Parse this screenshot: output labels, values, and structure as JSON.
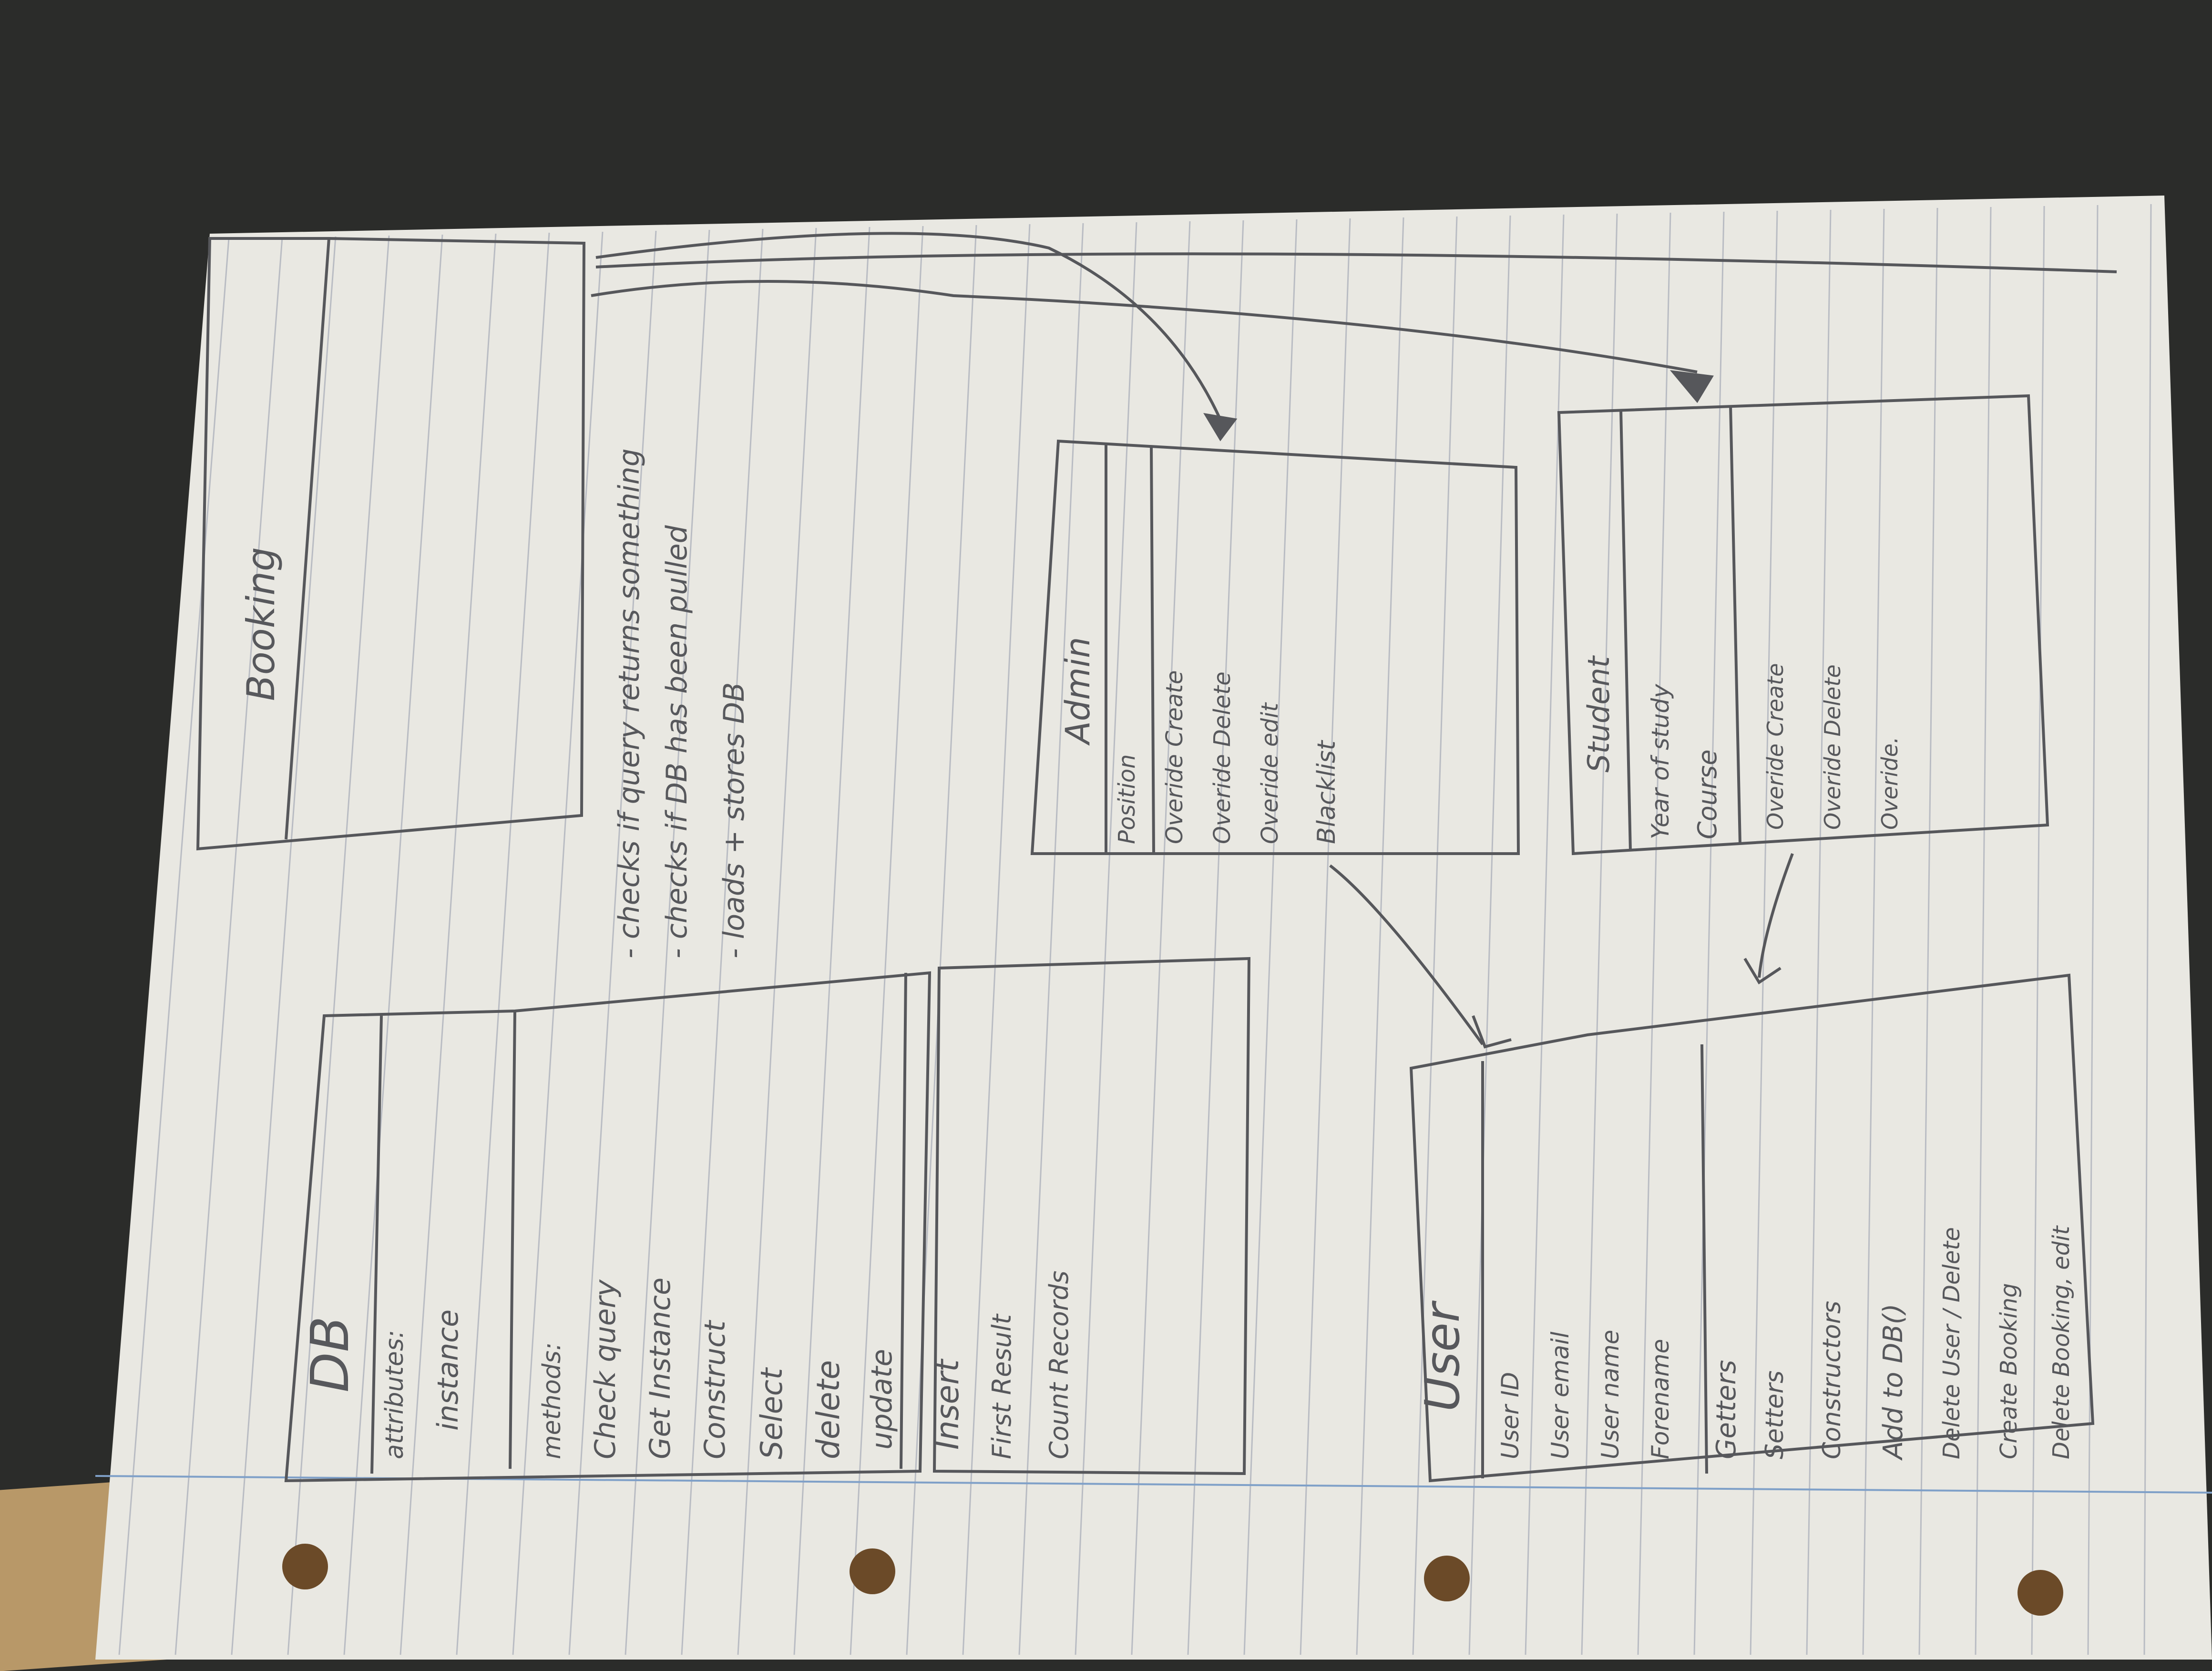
{
  "diagram": {
    "booking": {
      "title": "Booking"
    },
    "db": {
      "title": "DB",
      "attributes_label": "attributes:",
      "attributes": [
        "instance"
      ],
      "methods_label": "methods:",
      "methods": [
        "Check query",
        "Get Instance",
        "Construct",
        "Select",
        "delete",
        "update",
        "Insert",
        "First Result",
        "Count Records"
      ]
    },
    "notes": {
      "lines": [
        "- checks if query returns something",
        "- checks if DB has been pulled",
        "- loads + stores DB"
      ]
    },
    "admin": {
      "title": "Admin",
      "attributes": [
        "Position"
      ],
      "methods": [
        "Overide Create",
        "Overide Delete",
        "Overide edit",
        "Blacklist"
      ]
    },
    "student": {
      "title": "Student",
      "attributes": [
        "Year of study",
        "Course"
      ],
      "methods": [
        "Overide Create",
        "Overide Delete",
        "Overide."
      ]
    },
    "user": {
      "title": "User",
      "attributes": [
        "User ID",
        "User email",
        "User name",
        "Forename"
      ],
      "methods": [
        "Getters",
        "Setters",
        "Constructors",
        "Add to DB()",
        "Delete User / Delete",
        "Create Booking",
        "Delete Booking, edit"
      ]
    }
  },
  "colors": {
    "paper": "#e9e8e2",
    "rule_line": "#b9bcc3",
    "margin_line": "#7fa0c8",
    "pencil": "#56575b",
    "desk": "#2b2c2a",
    "table": "#b89868"
  }
}
